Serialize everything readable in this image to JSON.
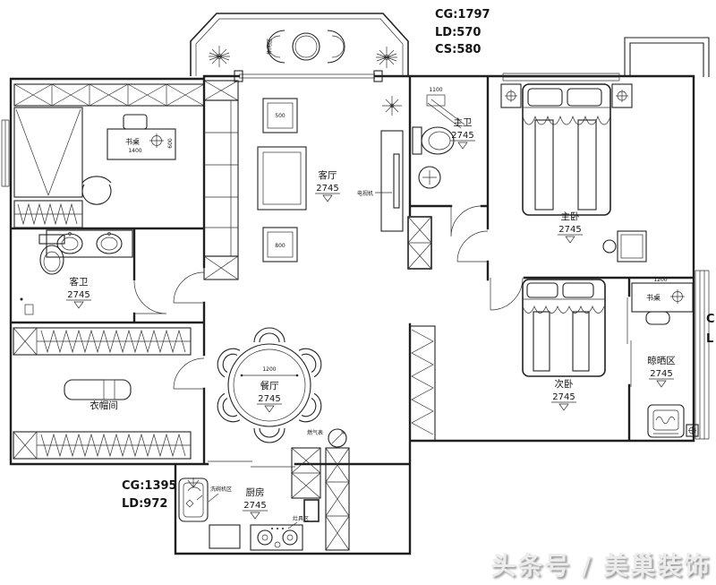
{
  "annotations": {
    "top": {
      "l1": "CG:1797",
      "l2": "LD:570",
      "l3": "CS:580"
    },
    "bottom_left": {
      "l1": "CG:1395",
      "l2": "LD:972"
    },
    "right_edge": {
      "l1": "C",
      "l2": "L"
    }
  },
  "watermark": {
    "text": "头条号 / 美巢装饰"
  },
  "rooms": {
    "living": {
      "name": "客厅",
      "elev": "2745"
    },
    "master_bedroom": {
      "name": "主卧",
      "elev": "2745"
    },
    "master_bath": {
      "name": "主卫",
      "elev": "2745"
    },
    "guest_bath": {
      "name": "客卫",
      "elev": "2745"
    },
    "dining": {
      "name": "餐厅",
      "elev": "2745"
    },
    "second_bedroom": {
      "name": "次卧",
      "elev": "2745"
    },
    "cloakroom": {
      "name": "衣帽间"
    },
    "kitchen": {
      "name": "厨房",
      "elev": "2745"
    },
    "drying_area": {
      "name": "晾晒区",
      "elev": "2745"
    }
  },
  "labels": {
    "study_desk": "书桌",
    "study_desk_w": "1400",
    "study_desk_d": "600",
    "balcony_desk": "书桌",
    "balcony_desk_w": "1200",
    "tv": "电视机",
    "leisure": "休闲区",
    "gas_meter": "燃气表",
    "stove": "灶具区",
    "dishwasher": "洗碗机区",
    "table_top_dim": "500",
    "table_bottom_dim": "800",
    "entry_dim": "1100",
    "dining_dim": "1200"
  },
  "colors": {
    "line": "#1f1f1f",
    "watermark": "#ececec"
  }
}
